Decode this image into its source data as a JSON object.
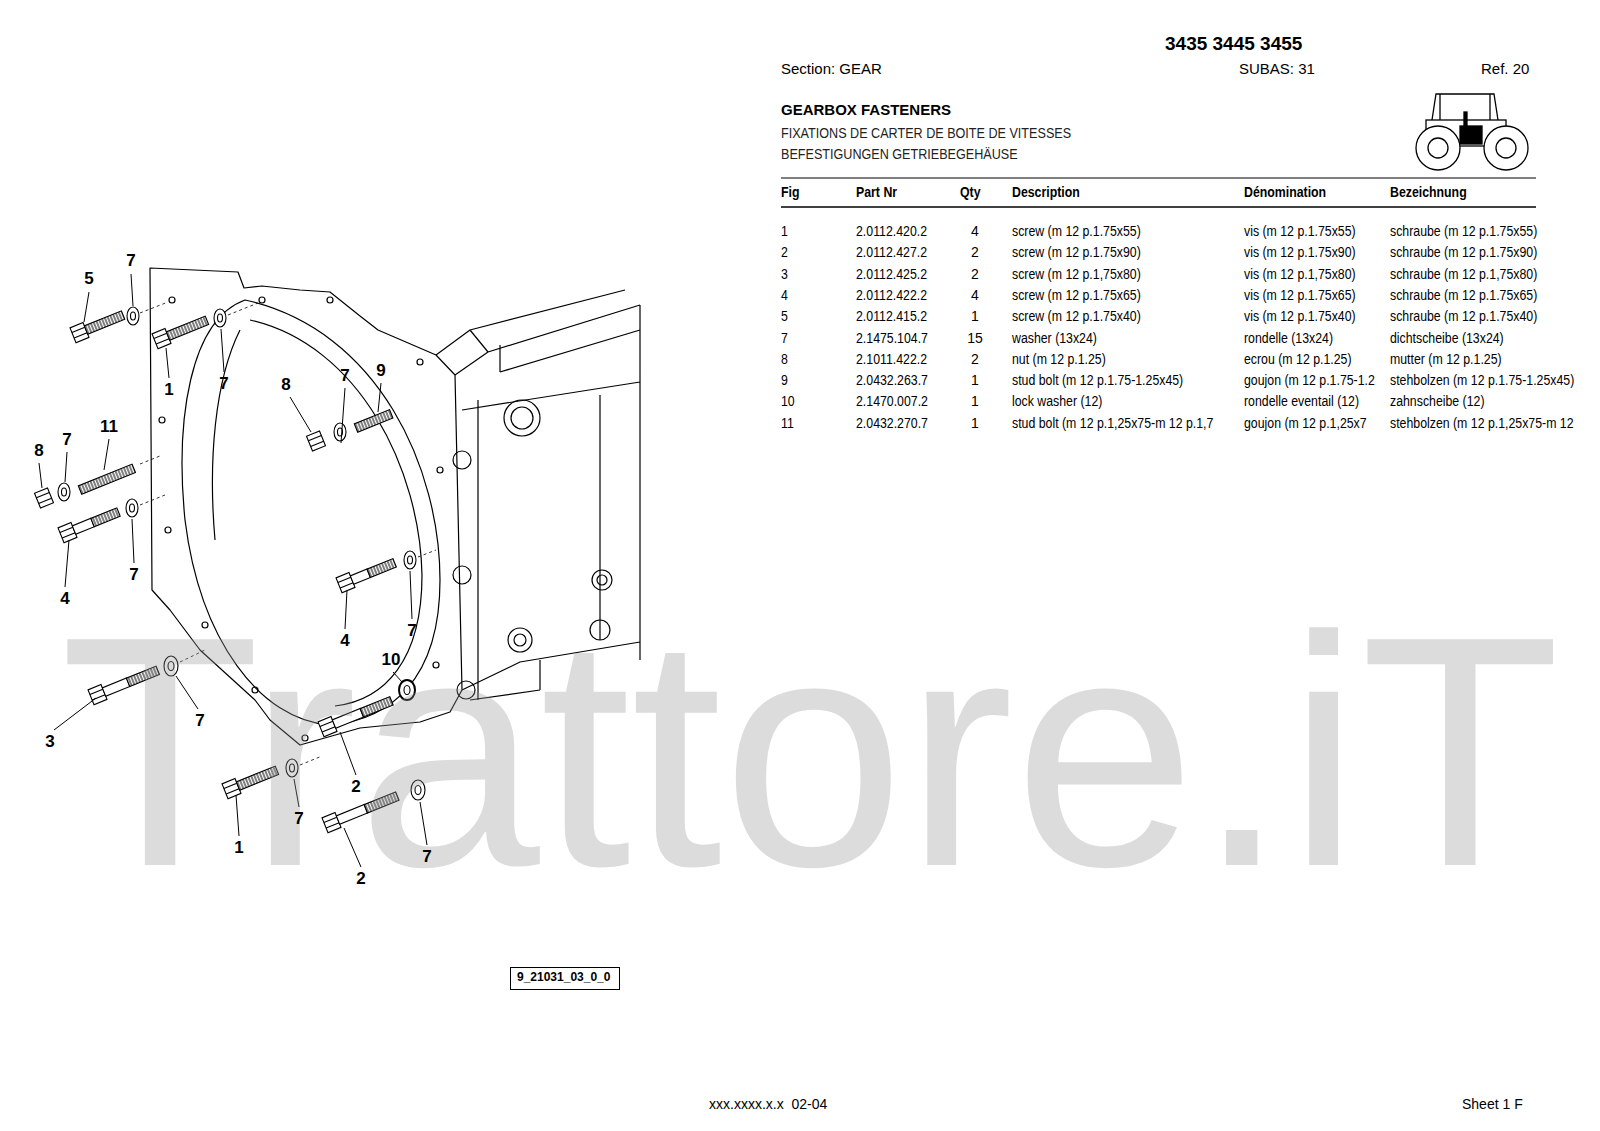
{
  "diagram": {
    "title": "GEARBOX FASTENERS",
    "nodes": [
      {
        "text": [
          "9_21031_03_0_0"
        ]
      }
    ],
    "labels": [
      "3435 3445 3455",
      "Section: GEAR",
      "SUBAS: 31",
      "Ref. 20",
      "FIXATIONS DE CARTER DE BOITE DE VITESSES",
      "BEFESTIGUNGEN GETRIEBEGEHÄUSE",
      "Fig",
      "Part Nr",
      "Qty",
      "Description",
      "Dénomination",
      "Bezeichnung",
      "1",
      "2.0112.420.2",
      "4",
      "screw (m 12 p.1.75x55)",
      "vis (m 12 p.1.75x55)",
      "schraube (m 12 p.1.75x55)",
      "2",
      "2.0112.427.2",
      "2",
      "screw (m 12 p.1.75x90)",
      "vis (m 12 p.1.75x90)",
      "schraube (m 12 p.1.75x90)",
      "3",
      "2.0112.425.2",
      "2",
      "screw (m 12 p.1,75x80)",
      "vis (m 12 p.1,75x80)",
      "schraube (m 12 p.1,75x80)",
      "4",
      "2.0112.422.2",
      "4",
      "screw (m 12 p.1.75x65)",
      "vis (m 12 p.1.75x65)",
      "schraube (m 12 p.1.75x65)",
      "5",
      "2.0112.415.2",
      "1",
      "screw (m 12 p.1.75x40)",
      "vis (m 12 p.1.75x40)",
      "schraube (m 12 p.1.75x40)",
      "7",
      "2.1475.104.7",
      "15",
      "washer (13x24)",
      "rondelle (13x24)",
      "dichtscheibe (13x24)",
      "8",
      "2.1011.422.2",
      "2",
      "nut (m 12 p.1.25)",
      "ecrou (m 12 p.1.25)",
      "mutter (m 12 p.1.25)",
      "9",
      "2.0432.263.7",
      "1",
      "stud bolt (m 12 p.1.75-1.25x45)",
      "goujon (m 12 p.1.75-1.2",
      "stehbolzen (m 12 p.1.75-1.25x45)",
      "10",
      "2.1470.007.2",
      "1",
      "lock washer (12)",
      "rondelle eventail (12)",
      "zahnscheibe (12)",
      "11",
      "2.0432.270.7",
      "1",
      "stud bolt (m 12 p.1,25x75-m 12 p.1,7",
      "goujon (m 12 p.1,25x7",
      "stehbolzen (m 12 p.1,25x75-m 12",
      "5",
      "7",
      "1",
      "7",
      "8",
      "7",
      "9",
      "8",
      "7",
      "11",
      "4",
      "7",
      "4",
      "7",
      "10",
      "3",
      "7",
      "2",
      "1",
      "7",
      "2",
      "7",
      "Trattore.iT",
      "xxx.xxxx.x.x  02-04",
      "Sheet 1 F"
    ]
  }
}
